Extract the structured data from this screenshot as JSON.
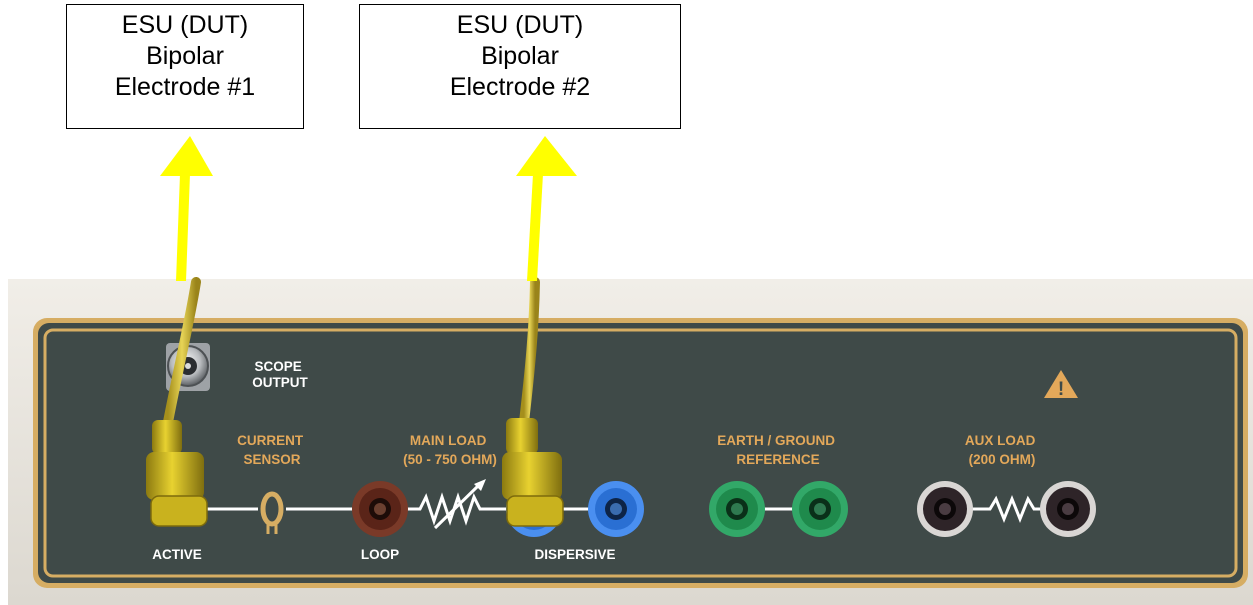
{
  "callouts": {
    "electrode1": {
      "line1": "ESU (DUT)",
      "line2": "Bipolar",
      "line3": "Electrode #1"
    },
    "electrode2": {
      "line1": "ESU (DUT)",
      "line2": "Bipolar",
      "line3": "Electrode #2"
    }
  },
  "panel": {
    "scope_output": {
      "line1": "SCOPE",
      "line2": "OUTPUT"
    },
    "current_sensor": {
      "line1": "CURRENT",
      "line2": "SENSOR"
    },
    "main_load": {
      "line1": "MAIN LOAD",
      "line2": "(50 - 750 OHM)"
    },
    "earth_ground": {
      "line1": "EARTH / GROUND",
      "line2": "REFERENCE"
    },
    "aux_load": {
      "line1": "AUX LOAD",
      "line2": "(200 OHM)"
    },
    "active": "ACTIVE",
    "loop": "LOOP",
    "dispersive": "DISPERSIVE",
    "warning_glyph": "!"
  },
  "colors": {
    "arrow": "#ffff00",
    "panel_face": "#3f4a48",
    "trim": "#d6ad63",
    "label_orange": "#e3a85a",
    "cable": "#c8b22e",
    "jack_loop": "#5a2418",
    "jack_dispersive": "#2a6fd3",
    "jack_ground": "#1f8a4c",
    "jack_aux": "#2e2428"
  }
}
